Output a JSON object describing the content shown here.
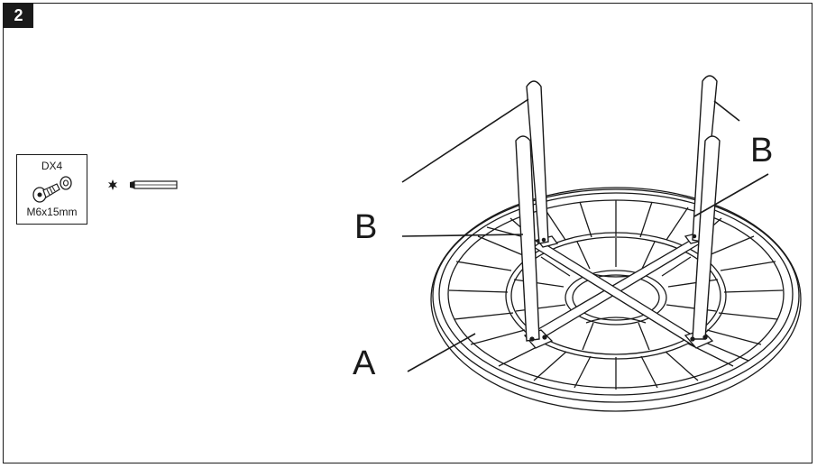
{
  "step": {
    "number": "2"
  },
  "hardware": {
    "quantity": "DX4",
    "size": "M6x15mm",
    "icon": "bolt-with-washer-icon"
  },
  "tool": {
    "icon": "torx-screwdriver-icon"
  },
  "callouts": {
    "a": "A",
    "b_left": "B",
    "b_right": "B"
  },
  "colors": {
    "line": "#1a1a1a",
    "fill": "#ffffff",
    "badge": "#1a1a1a"
  }
}
